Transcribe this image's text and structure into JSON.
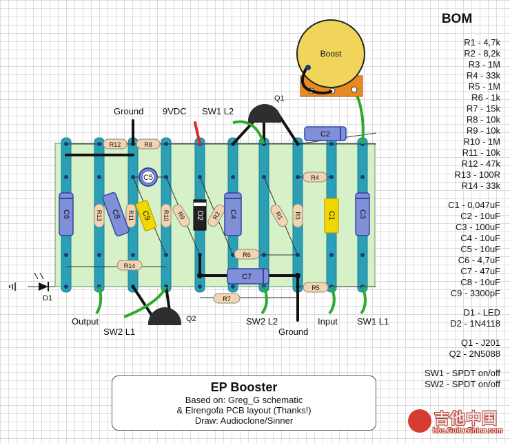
{
  "labels": {
    "ground_top": "Ground",
    "vdc": "9VDC",
    "sw1_l2": "SW1 L2",
    "q1": "Q1",
    "output": "Output",
    "sw2_l1": "SW2 L1",
    "q2": "Q2",
    "sw2_l2": "SW2 L2",
    "ground_bottom": "Ground",
    "input": "Input",
    "sw1_l1": "SW1 L1",
    "d1": "D1",
    "boost": "Boost"
  },
  "components": {
    "R1": "R1",
    "R2": "R2",
    "R3": "R3",
    "R4": "R4",
    "R5": "R5",
    "R6": "R6",
    "R7": "R7",
    "R8": "R8",
    "R9": "R9",
    "R10": "R10",
    "R11": "R11",
    "R12": "R12",
    "R13": "R13",
    "R14": "R14",
    "C1": "C1",
    "C2": "C2",
    "C3": "C3",
    "C4": "C4",
    "C5": "C5",
    "C6": "C6",
    "C7": "C7",
    "C8": "C8",
    "C9": "C9",
    "D2": "D2"
  },
  "bom": {
    "title": "BOM",
    "resistors": [
      "R1 - 4,7k",
      "R2 - 8,2k",
      "R3 - 1M",
      "R4 - 33k",
      "R5 - 1M",
      "R6 - 1k",
      "R7 - 15k",
      "R8 - 10k",
      "R9 - 10k",
      "R10 - 1M",
      "R11 - 10k",
      "R12 - 47k",
      "R13 - 100R",
      "R14 - 33k"
    ],
    "capacitors": [
      "C1 - 0,047uF",
      "C2 - 10uF",
      "C3 - 100uF",
      "C4 - 10uF",
      "C5 - 10uF",
      "C6 - 4,7uF",
      "C7 - 47uF",
      "C8 - 10uF",
      "C9 - 3300pF"
    ],
    "diodes": [
      "D1 - LED",
      "D2 - 1N4118"
    ],
    "transistors": [
      "Q1 - J201",
      "Q2 - 2N5088"
    ],
    "switches": [
      "SW1 - SPDT on/off",
      "SW2 - SPDT on/off"
    ]
  },
  "title_box": {
    "title": "EP Booster",
    "line1": "Based on: Greg_G schematic",
    "line2": "& Elrengofa PCB layout (Thanks!)",
    "line3": "Draw: Audioclone/Sinner"
  },
  "watermark": {
    "main": "吉他中国",
    "url": "bbs.GuitarChina.com"
  }
}
